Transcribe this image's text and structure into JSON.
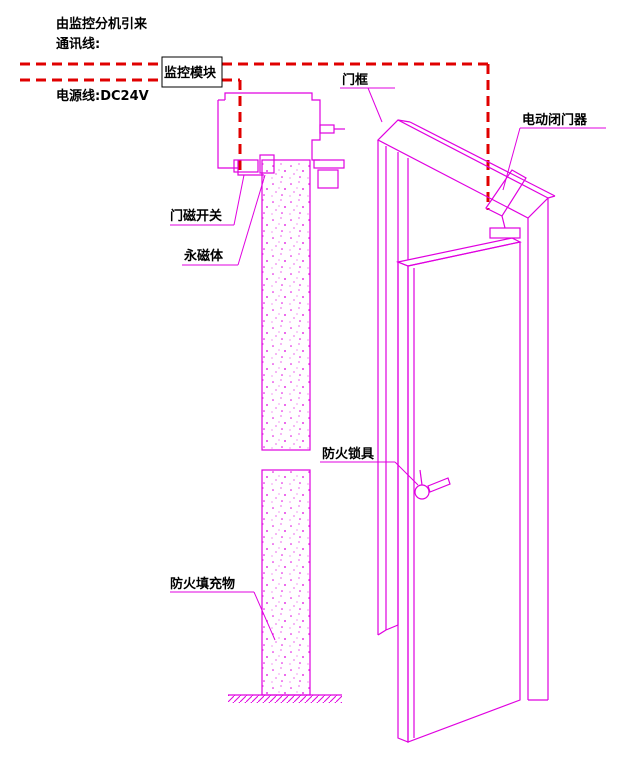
{
  "labels": {
    "source_line1": "由监控分机引来",
    "source_line2": "通讯线:",
    "monitor_module": "监控模块",
    "power_line": "电源线:DC24V",
    "door_frame": "门框",
    "electric_closer": "电动闭门器",
    "door_magnetic_switch": "门磁开关",
    "permanent_magnet": "永磁体",
    "fire_lock": "防火锁具",
    "fire_filler": "防火填充物"
  },
  "colors": {
    "outline": "#e000e0",
    "wire": "#e00000",
    "text": "#000000"
  }
}
